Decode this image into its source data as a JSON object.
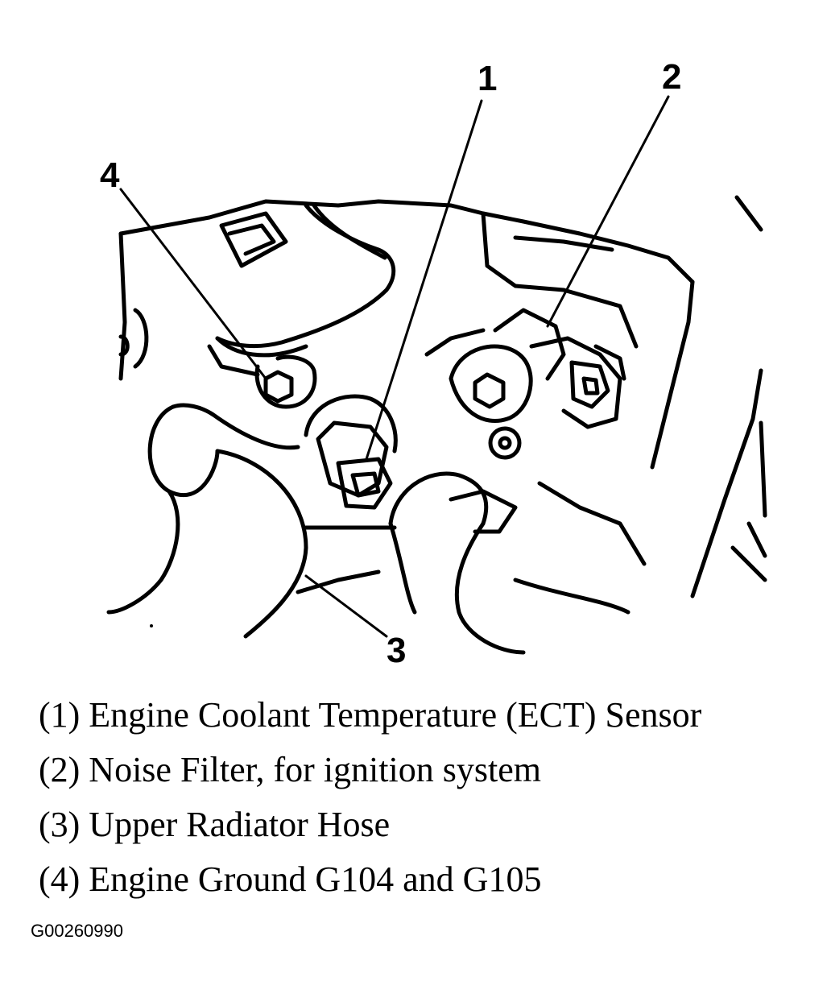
{
  "callouts": {
    "n1": "1",
    "n2": "2",
    "n3": "3",
    "n4": "4"
  },
  "legend": [
    "(1) Engine Coolant Temperature (ECT) Sensor",
    "(2) Noise Filter, for ignition system",
    "(3) Upper Radiator Hose",
    "(4) Engine Ground G104 and G105"
  ],
  "image_code": "G00260990",
  "colors": {
    "ink": "#000000",
    "paper": "#ffffff"
  }
}
